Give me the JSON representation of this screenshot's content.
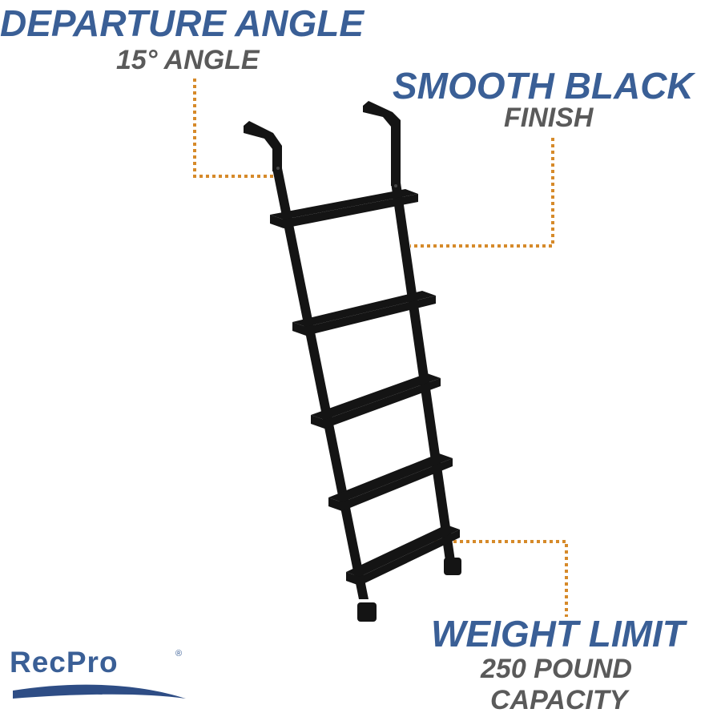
{
  "callouts": {
    "departure": {
      "heading": "DEPARTURE ANGLE",
      "detail": "15° ANGLE"
    },
    "finish": {
      "heading": "SMOOTH BLACK",
      "detail": "FINISH"
    },
    "weight": {
      "heading": "WEIGHT LIMIT",
      "detail_line1": "250 POUND",
      "detail_line2": "CAPACITY"
    }
  },
  "brand": {
    "name": "RecPro",
    "registered_mark": "®"
  },
  "colors": {
    "heading": "#3a5f96",
    "detail": "#5a5a5a",
    "leader_line": "#d68a2a",
    "ladder": "#141414"
  },
  "ladder": {
    "step_count": 5
  }
}
